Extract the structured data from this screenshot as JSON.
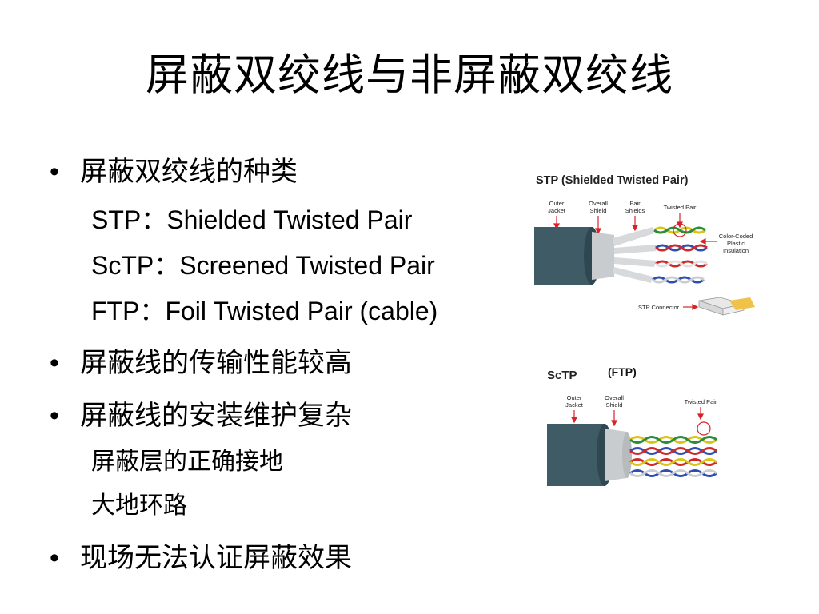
{
  "title": "屏蔽双绞线与非屏蔽双绞线",
  "bullets": [
    {
      "text": "屏蔽双绞线的种类",
      "sub": [
        "STP：Shielded Twisted Pair",
        "ScTP：Screened Twisted Pair",
        "FTP：Foil Twisted Pair (cable)"
      ]
    },
    {
      "text": "屏蔽线的传输性能较高",
      "sub": []
    },
    {
      "text": "屏蔽线的安装维护复杂",
      "sub": [
        "屏蔽层的正确接地",
        "大地环路"
      ]
    },
    {
      "text": "现场无法认证屏蔽效果",
      "sub": []
    }
  ],
  "bullet_symbol": "•",
  "figure_stp": {
    "title": "STP (Shielded Twisted Pair)",
    "label_outer_jacket_1": "Outer",
    "label_outer_jacket_2": "Jacket",
    "label_overall_shield_1": "Overall",
    "label_overall_shield_2": "Shield",
    "label_pair_shields_1": "Pair",
    "label_pair_shields_2": "Shields",
    "label_twisted_pair": "Twisted Pair",
    "label_color_coded_1": "Color-Coded",
    "label_color_coded_2": "Plastic",
    "label_color_coded_3": "Insulation",
    "label_connector": "STP Connector"
  },
  "figure_sctp": {
    "title": "ScTP",
    "subtitle": "(FTP)",
    "label_outer_jacket_1": "Outer",
    "label_outer_jacket_2": "Jacket",
    "label_overall_shield_1": "Overall",
    "label_overall_shield_2": "Shield",
    "label_twisted_pair": "Twisted Pair"
  },
  "colors": {
    "jacket": "#3f5c66",
    "shield": "#c9ccce",
    "arrow": "#d8232a",
    "pair_blue": "#2d4fb3",
    "pair_yellow": "#d9c514",
    "pair_red": "#cf2a2a",
    "pair_green": "#2c8c3a"
  }
}
